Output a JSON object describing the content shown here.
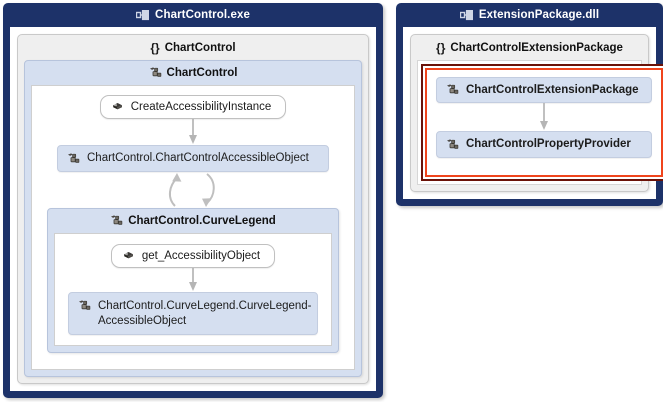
{
  "diagram": {
    "assemblies": [
      {
        "name": "ChartControl.exe",
        "icon": "assembly-icon",
        "namespaces": [
          {
            "name": "ChartControl",
            "prefix": "{}",
            "icon": "namespace-braces-icon",
            "types": [
              {
                "name": "ChartControl",
                "icon": "class-icon",
                "members": [
                  {
                    "name": "CreateAccessibilityInstance",
                    "kind": "method",
                    "icon": "method-icon"
                  },
                  {
                    "name": "ChartControl.ChartControlAccessibleObject",
                    "kind": "class",
                    "icon": "class-icon"
                  }
                ],
                "nested": {
                  "name": "ChartControl.CurveLegend",
                  "icon": "class-icon",
                  "members": [
                    {
                      "name": "get_AccessibilityObject",
                      "kind": "method",
                      "icon": "method-icon"
                    },
                    {
                      "name": "ChartControl.CurveLegend.CurveLegend-AccessibleObject",
                      "kind": "class",
                      "icon": "class-icon"
                    }
                  ]
                }
              }
            ]
          }
        ]
      },
      {
        "name": "ExtensionPackage.dll",
        "icon": "assembly-icon",
        "namespaces": [
          {
            "name": "ChartControlExtensionPackage",
            "prefix": "{}",
            "icon": "namespace-braces-icon",
            "highlighted": true,
            "types": [
              {
                "name": "ChartControlExtensionPackage",
                "icon": "class-icon"
              },
              {
                "name": "ChartControlPropertyProvider",
                "icon": "class-icon"
              }
            ]
          }
        ]
      }
    ]
  },
  "colors": {
    "assembly_header": "#1d3269",
    "namespace_fill": "#efefef",
    "type_fill": "#d5dff0",
    "highlight_outer": "#6b1208",
    "highlight_inner": "#f0441c",
    "arrow": "#b0b0b0"
  }
}
